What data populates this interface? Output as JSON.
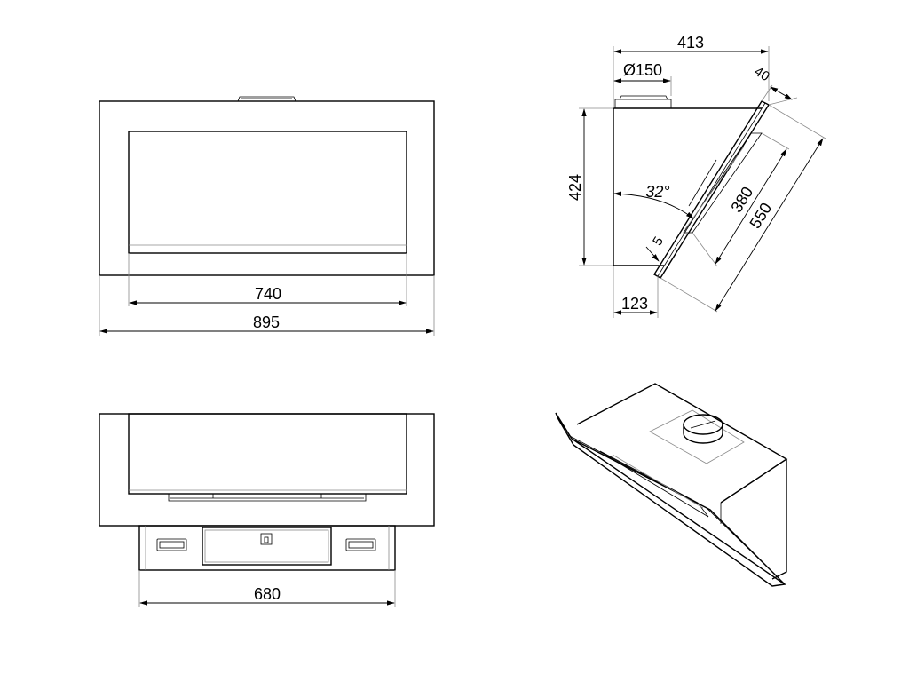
{
  "views": {
    "front": {
      "dim_inner_width": "740",
      "dim_overall_width": "895"
    },
    "side": {
      "dim_top_depth": "413",
      "dim_outlet_diameter": "Ø150",
      "dim_panel_thickness": "40",
      "dim_height": "424",
      "dim_angle": "32°",
      "dim_glass_gap": "5",
      "dim_inner_panel": "380",
      "dim_panel_length": "550",
      "dim_bottom_depth": "123"
    },
    "bottom": {
      "dim_inner_width": "680"
    }
  }
}
